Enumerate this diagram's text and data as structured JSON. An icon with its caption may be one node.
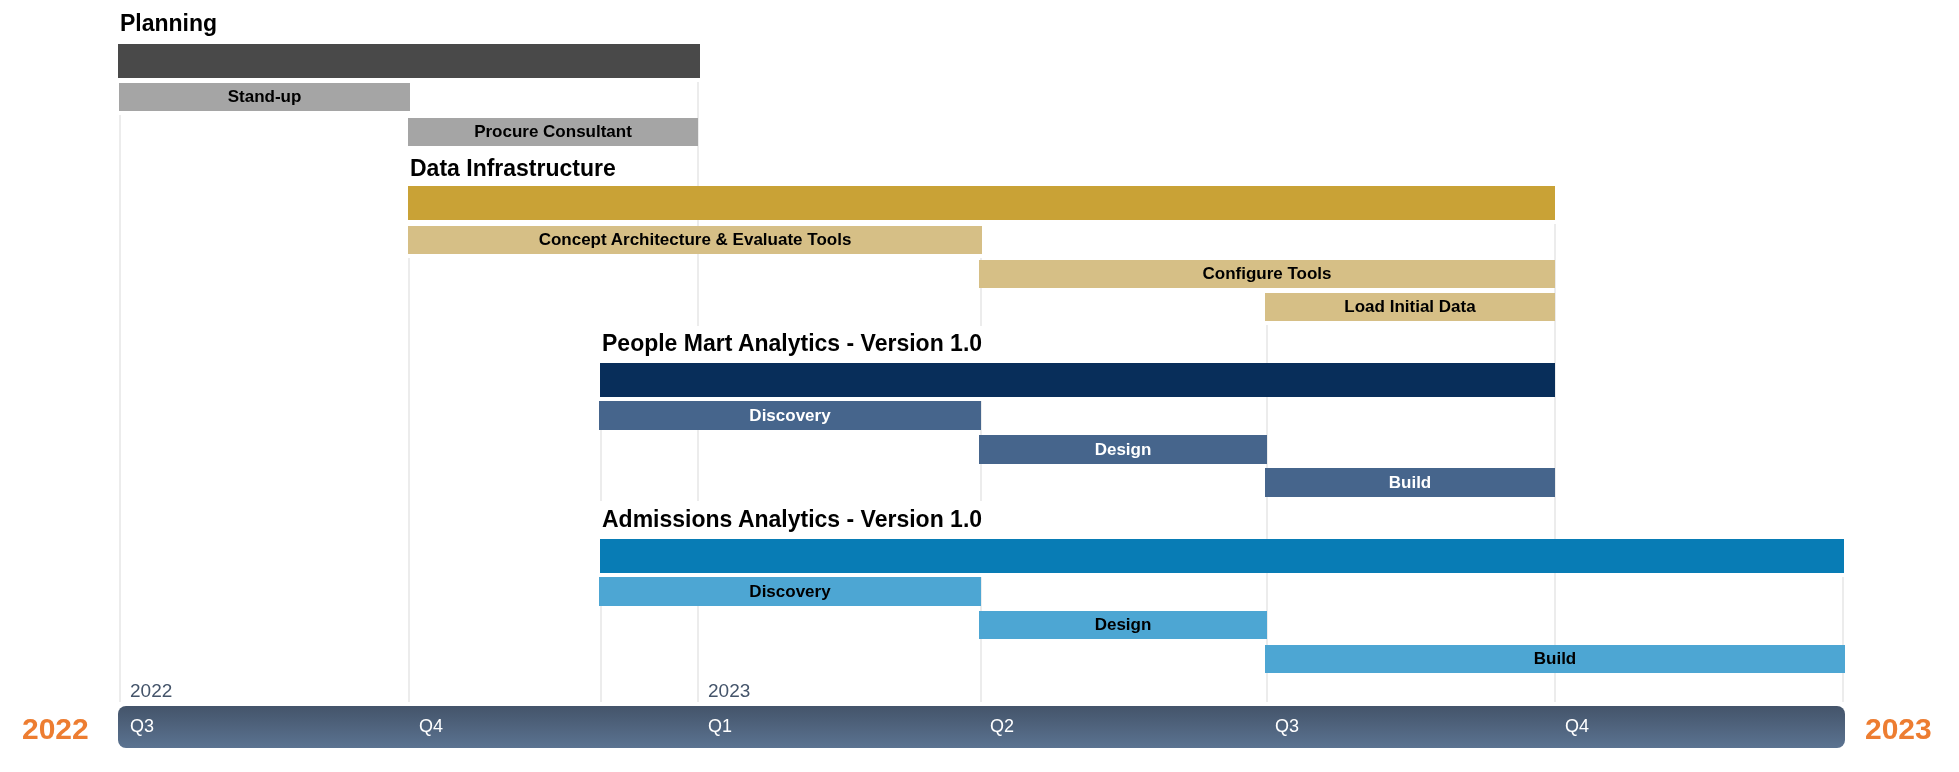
{
  "diagram": {
    "nodes": [
      {
        "text": [
          "Planning"
        ]
      },
      {
        "text": [
          "Stand-up"
        ]
      },
      {
        "text": [
          "Procure Consultant"
        ]
      },
      {
        "text": [
          "Data Infrastructure"
        ]
      },
      {
        "text": [
          "Concept Architecture & Evaluate Tools"
        ]
      },
      {
        "text": [
          "Configure Tools"
        ]
      },
      {
        "text": [
          "Load Initial Data"
        ]
      },
      {
        "text": [
          "People Mart Analytics - Version 1.0"
        ]
      },
      {
        "text": [
          "Discovery"
        ]
      },
      {
        "text": [
          "Design"
        ]
      },
      {
        "text": [
          "Build"
        ]
      },
      {
        "text": [
          "Admissions Analytics - Version 1.0"
        ]
      },
      {
        "text": [
          "Discovery"
        ]
      },
      {
        "text": [
          "Design"
        ]
      },
      {
        "text": [
          "Build"
        ]
      }
    ],
    "labels": [
      "2022",
      "2023",
      "2022",
      "Q3",
      "Q4",
      "Q1",
      "Q2",
      "Q3",
      "Q4",
      "2023"
    ]
  }
}
